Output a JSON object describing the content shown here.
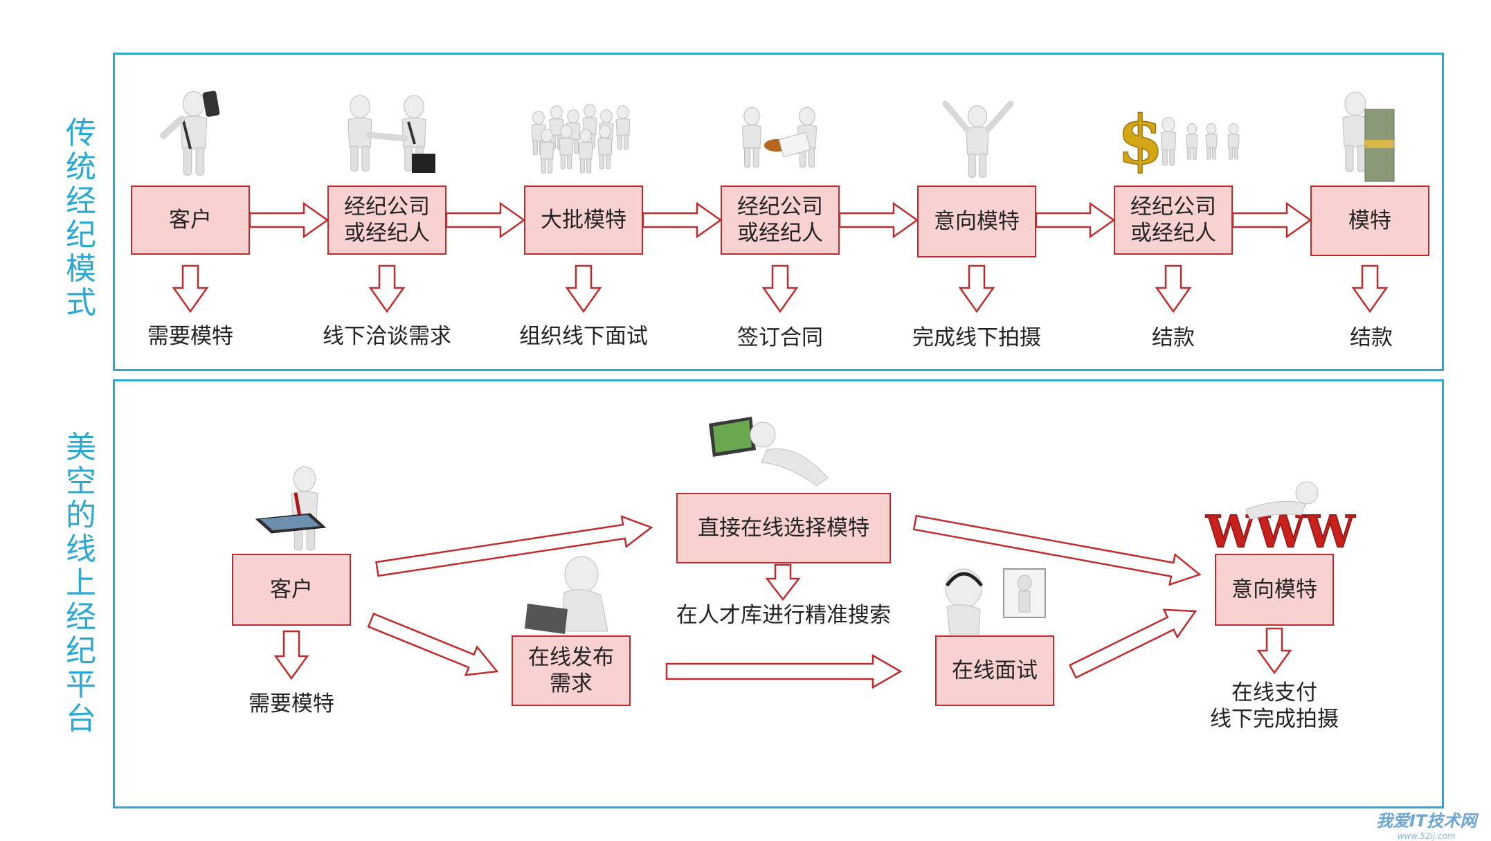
{
  "sections": {
    "traditional": {
      "title": "传统经纪模式",
      "steps": [
        {
          "box": "客户",
          "caption": "需要模特"
        },
        {
          "box": "经纪公司\n或经纪人",
          "caption": "线下洽谈需求"
        },
        {
          "box": "大批模特",
          "caption": "组织线下面试"
        },
        {
          "box": "经纪公司\n或经纪人",
          "caption": "签订合同"
        },
        {
          "box": "意向模特",
          "caption": "完成线下拍摄"
        },
        {
          "box": "经纪公司\n或经纪人",
          "caption": "结款"
        },
        {
          "box": "模特",
          "caption": "结款"
        }
      ]
    },
    "online": {
      "title": "美空的线上经纪平台",
      "client_box": "客户",
      "client_caption": "需要模特",
      "publish_box": "在线发布\n需求",
      "direct_box": "直接在线选择模特",
      "direct_caption": "在人才库进行精准搜索",
      "interview_box": "在线面试",
      "target_box": "意向模特",
      "target_caption": "在线支付\n线下完成拍摄",
      "www_text": "WWW"
    }
  },
  "watermark": {
    "main": "我爱IT技术网",
    "sub": "www.52ij.com"
  },
  "colors": {
    "panel_border": "#29a8d3",
    "box_fill": "#f8d1d1",
    "box_border": "#c02a2a",
    "arrow_stroke": "#c02a2a",
    "www_color": "#c8201c"
  },
  "icons": [
    "phone-man-icon",
    "handshake-icon",
    "crowd-icon",
    "stamp-sign-icon",
    "cheering-man-icon",
    "money-people-icon",
    "cash-stack-man-icon",
    "tablet-man-icon",
    "laptop-lying-man-icon",
    "laptop-sitting-man-icon",
    "video-interview-icon",
    "www-man-icon"
  ]
}
